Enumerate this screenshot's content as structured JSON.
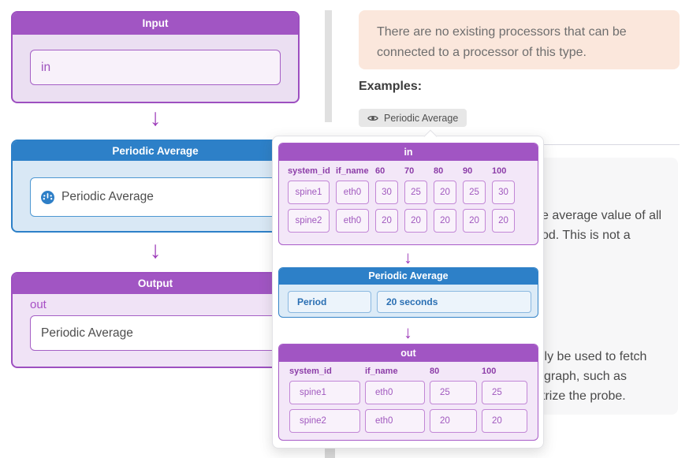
{
  "left_flow": {
    "input": {
      "title": "Input",
      "field": "in"
    },
    "processor": {
      "title": "Periodic Average",
      "field": "Periodic Average"
    },
    "output": {
      "title": "Output",
      "label": "out",
      "field": "Periodic Average"
    }
  },
  "right_panel": {
    "notice": "There are no existing processors that can be connected to a processor of this type.",
    "examples_label": "Examples:",
    "example_chip": "Periodic Average",
    "description_fragments": {
      "top": [
        "e average value of all",
        "od. This is not a"
      ],
      "bottom": [
        "lly be used to fetch",
        "graph, such as",
        "trize the probe."
      ]
    }
  },
  "popup": {
    "in_table": {
      "title": "in",
      "columns": [
        "system_id",
        "if_name",
        "60",
        "70",
        "80",
        "90",
        "100"
      ],
      "rows": [
        [
          "spine1",
          "eth0",
          "30",
          "25",
          "20",
          "25",
          "30"
        ],
        [
          "spine2",
          "eth0",
          "20",
          "20",
          "20",
          "20",
          "20"
        ]
      ]
    },
    "processor": {
      "title": "Periodic Average",
      "param_name": "Period",
      "param_value": "20 seconds"
    },
    "out_table": {
      "title": "out",
      "columns": [
        "system_id",
        "if_name",
        "80",
        "100"
      ],
      "rows": [
        [
          "spine1",
          "eth0",
          "25",
          "25"
        ],
        [
          "spine2",
          "eth0",
          "20",
          "20"
        ]
      ]
    }
  },
  "icons": {
    "arrow_down": "↓"
  },
  "colors": {
    "purple_accent": "#a155c3",
    "blue_accent": "#2d80c8",
    "notice_bg": "#fbe7dc",
    "chip_bg": "#e7e7e7"
  }
}
